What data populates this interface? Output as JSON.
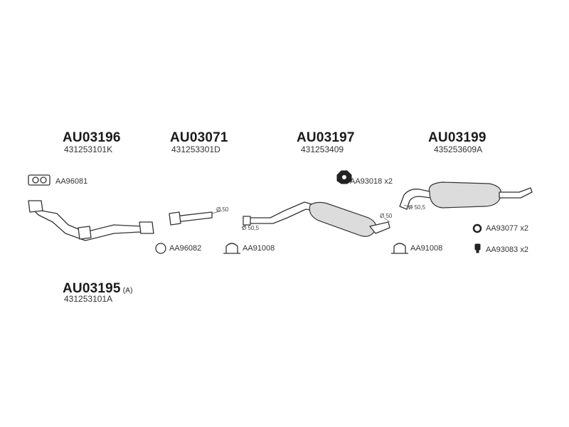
{
  "parts": [
    {
      "part_no": "AU03196",
      "oe": "431253101K"
    },
    {
      "part_no": "AU03071",
      "oe": "431253301D"
    },
    {
      "part_no": "AU03197",
      "oe": "431253409"
    },
    {
      "part_no": "AU03199",
      "oe": "435253609A"
    },
    {
      "part_no": "AU03195",
      "note": "(A)",
      "oe": "431253101A"
    }
  ],
  "accessories": {
    "gasket_1": "AA96081",
    "ring_1": "AA96082",
    "clamp_1": "AA91008",
    "rubber_1": "AA93018 x2",
    "clamp_2": "AA91008",
    "ring_2": "AA93077 x2",
    "bolt_1": "AA93083 x2"
  },
  "dimensions": {
    "d1": "Ø 50",
    "d2": "Ø 50,5",
    "d3": "Ø 50",
    "d4": "Ø 50,5"
  }
}
